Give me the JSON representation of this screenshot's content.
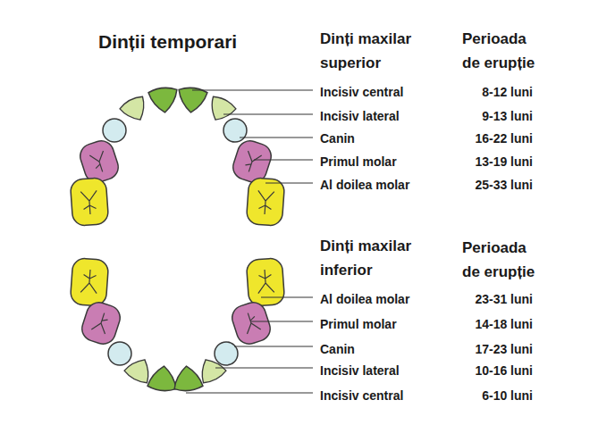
{
  "diagram": {
    "title": "Dinții temporari",
    "labels": [
      "Dinți maxilar superior",
      "Perioada de erupție",
      "Incisiv central",
      "8-12 luni",
      "Incisiv lateral",
      "9-13 luni",
      "Canin",
      "16-22 luni",
      "Primul molar",
      "13-19 luni",
      "Al doilea molar",
      "25-33 luni",
      "Dinți maxilar inferior",
      "Perioada de erupție",
      "Al doilea molar",
      "23-31 luni",
      "Primul molar",
      "14-18 luni",
      "Canin",
      "17-23 luni",
      "Incisiv lateral",
      "10-16 luni",
      "Incisiv central",
      "6-10 luni"
    ]
  }
}
